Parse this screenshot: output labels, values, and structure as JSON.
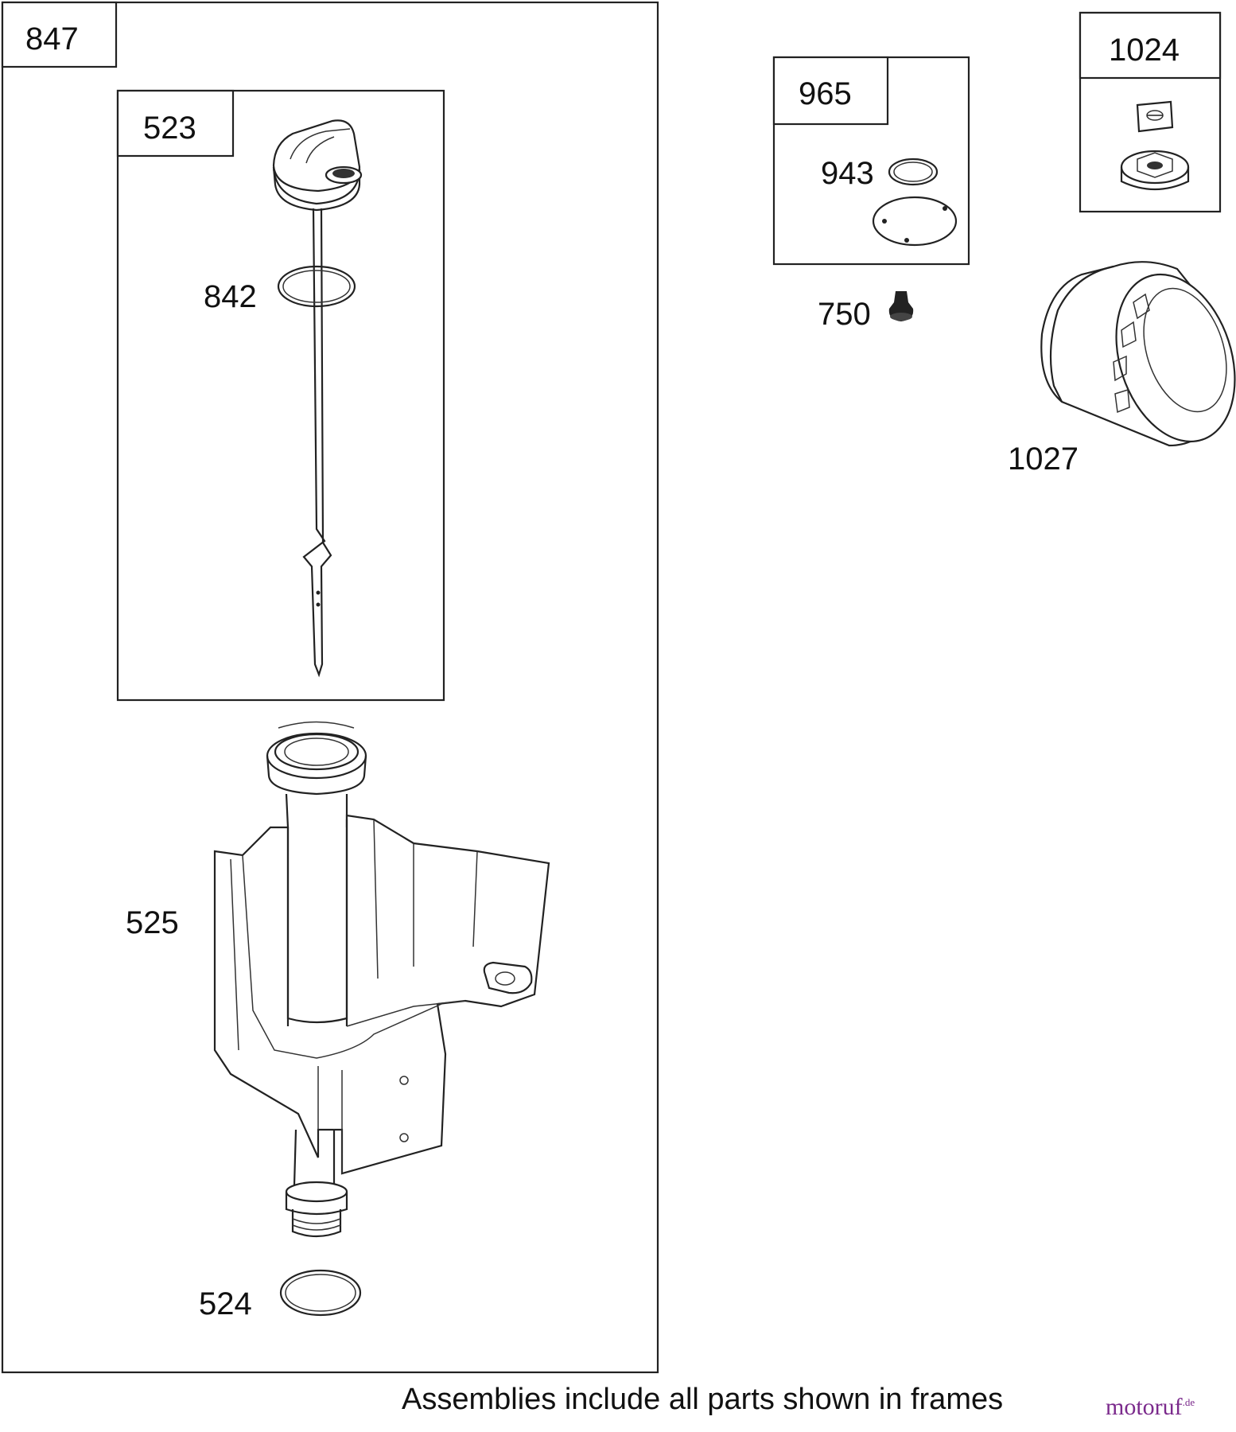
{
  "frames": {
    "f847": "847",
    "f523": "523",
    "f965": "965",
    "f1024": "1024"
  },
  "parts": {
    "p842": "842",
    "p525": "525",
    "p524": "524",
    "p943": "943",
    "p750": "750",
    "p1027": "1027"
  },
  "footer": {
    "note": "Assemblies include all parts shown in frames"
  },
  "watermark": {
    "brand": "motoruf",
    "tld": ".de",
    "brand_color": "#7b2a8c"
  }
}
